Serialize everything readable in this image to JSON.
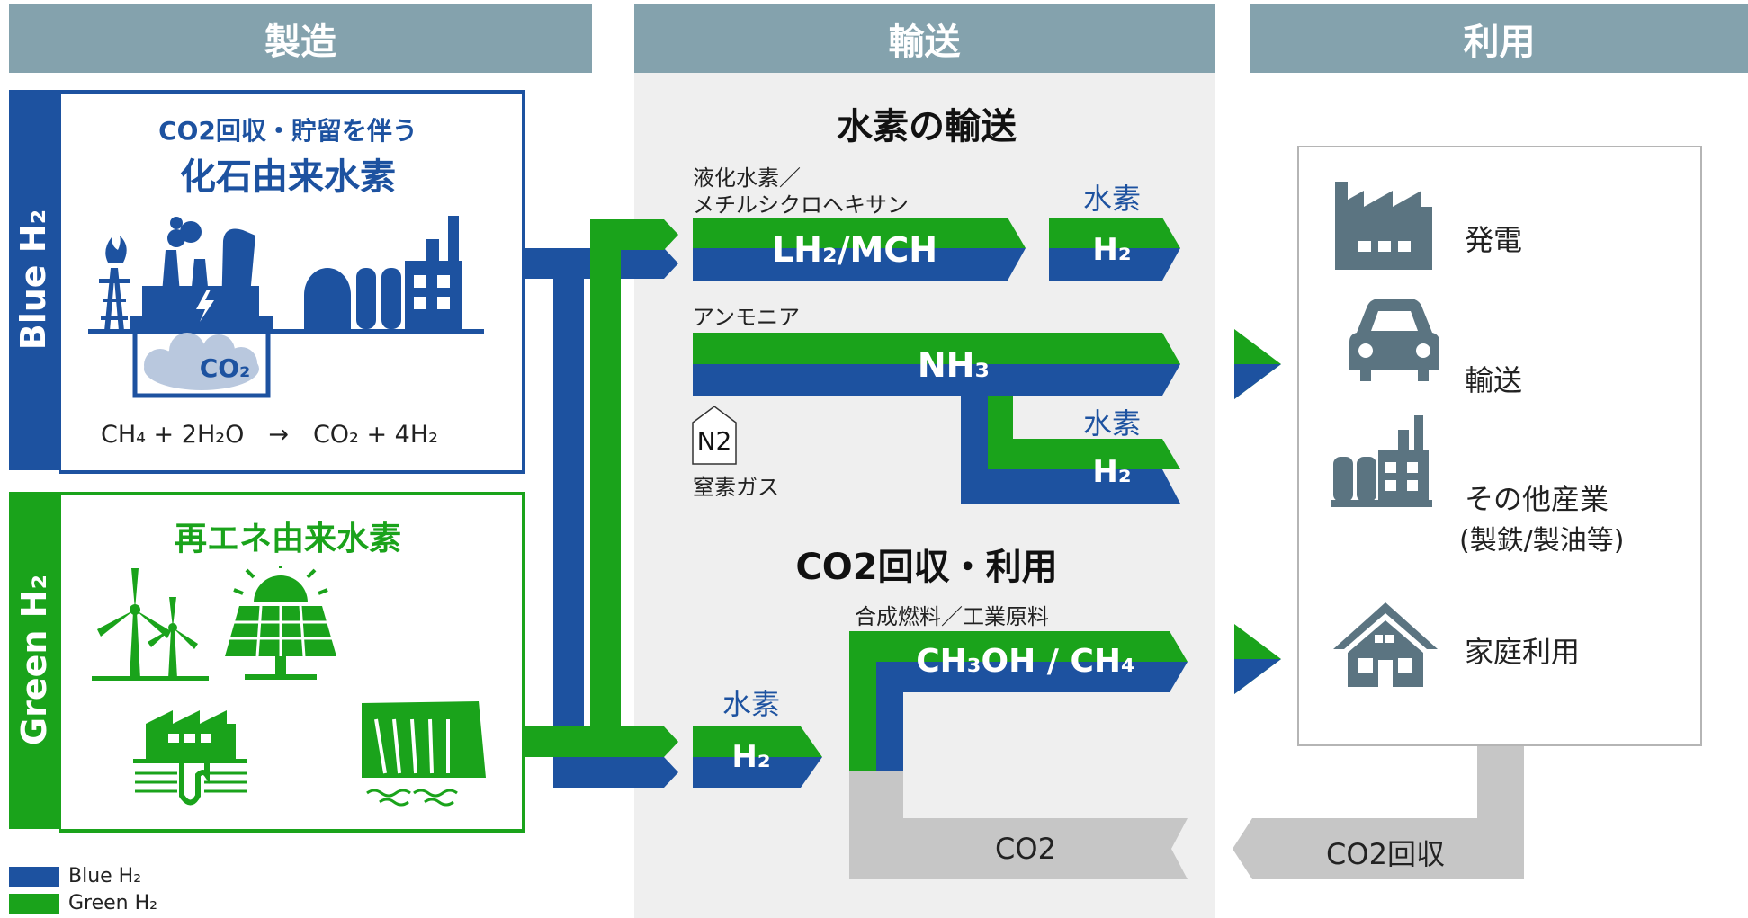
{
  "headers": {
    "production": "製造",
    "transport": "輸送",
    "usage": "利用"
  },
  "blue_box": {
    "side_label": "Blue H₂",
    "subtitle": "CO2回収・貯留を伴う",
    "title": "化石由来水素",
    "co2_tank": "CO₂",
    "equation": "CH₄ + 2H₂O　→　CO₂ + 4H₂"
  },
  "green_box": {
    "side_label": "Green H₂",
    "title": "再エネ由来水素"
  },
  "transport": {
    "section1_title": "水素の輸送",
    "lh2_caption_line1": "液化水素／",
    "lh2_caption_line2": "メチルシクロヘキサン",
    "lh2_label": "LH₂/MCH",
    "hydrogen_word_1": "水素",
    "h2_label_1": "H₂",
    "ammonia_caption": "アンモニア",
    "nh3_label": "NH₃",
    "hydrogen_word_2": "水素",
    "h2_label_2": "H₂",
    "n2_label": "N2",
    "n2_caption": "窒素ガス",
    "section2_title": "CO2回収・利用",
    "synth_caption": "合成燃料／工業原料",
    "methanol_label": "CH₃OH / CH₄",
    "hydrogen_word_3": "水素",
    "h2_label_3": "H₂",
    "co2_return_label": "CO2"
  },
  "usage": {
    "items": [
      {
        "icon": "factory-icon",
        "label": "発電"
      },
      {
        "icon": "car-icon",
        "label": "輸送"
      },
      {
        "icon": "plant-icon",
        "label": "その他産業",
        "sub": "(製鉄/製油等)"
      },
      {
        "icon": "house-icon",
        "label": "家庭利用"
      }
    ],
    "co2_capture_label": "CO2回収"
  },
  "legend": [
    {
      "label": "Blue H₂",
      "color": "#1d52a0"
    },
    {
      "label": "Green H₂",
      "color": "#1aa31b"
    }
  ],
  "colors": {
    "blue": "#1d52a0",
    "green": "#1aa31b",
    "header": "#84a2ad",
    "gray_panel": "#efefef",
    "co2_gray": "#c6c6c6",
    "icon_gray": "#5b7481"
  }
}
